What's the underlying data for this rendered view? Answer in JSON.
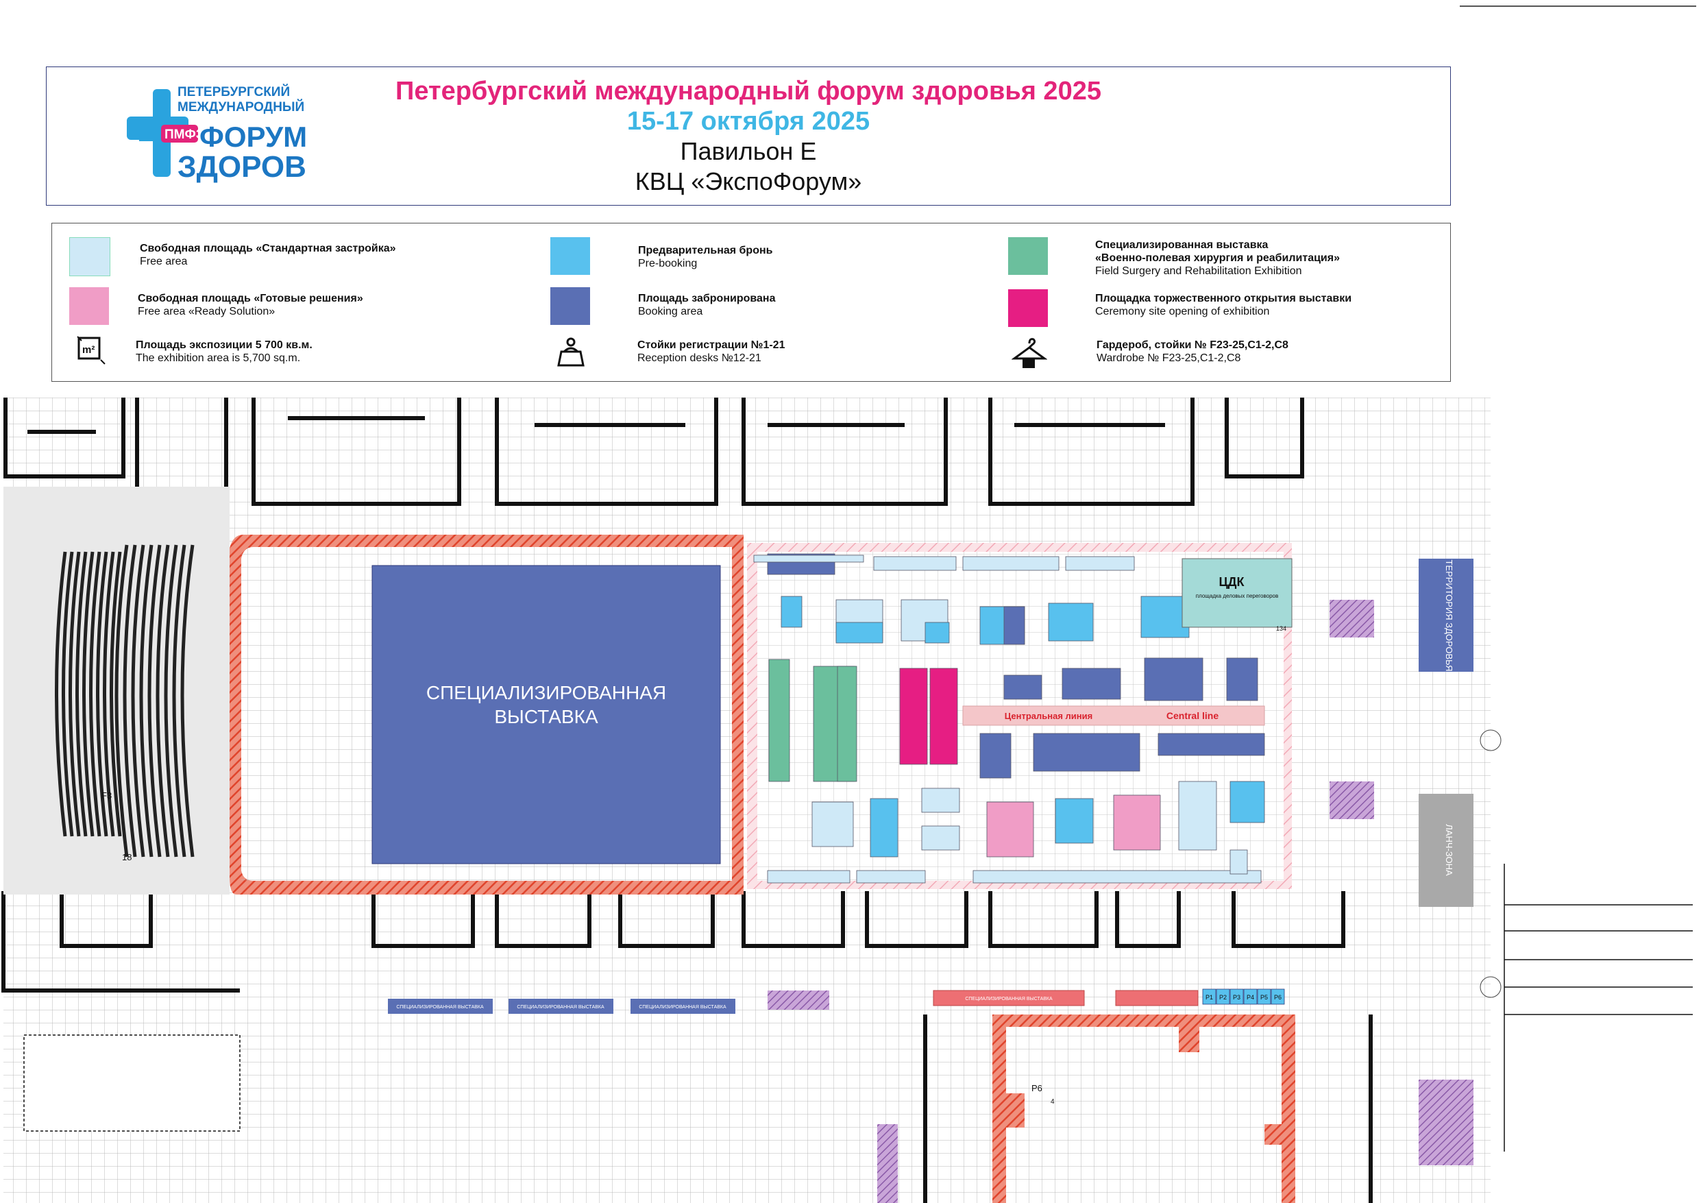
{
  "header": {
    "logo": {
      "line1": "ПЕТЕРБУРГСКИЙ",
      "line2": "МЕЖДУНАРОДНЫЙ",
      "badge": "ПМФЗ",
      "line3": "ФОРУМ",
      "line4": "ЗДОРОВЬЯ"
    },
    "title": "Петербургский международный форум здоровья 2025",
    "dates": "15-17 октября 2025",
    "pavilion": "Павильон Е",
    "venue": "КВЦ «ЭкспоФорум»"
  },
  "legend": {
    "standard": {
      "title": "Свободная площадь «Стандартная застройка»",
      "sub": "Free area",
      "color": "#cfe9f7"
    },
    "prebooking": {
      "title": "Предварительная бронь",
      "sub": "Pre-booking",
      "color": "#58c1ee"
    },
    "military": {
      "title": "Специализированная выставка",
      "title2": "«Военно-полевая хирургия и реабилитация»",
      "sub": "Field Surgery and Rehabilitation Exhibition",
      "color": "#6bbf9d"
    },
    "ready": {
      "title": "Свободная площадь «Готовые решения»",
      "sub": "Free area «Ready Solution»",
      "color": "#f09dc6"
    },
    "booked": {
      "title": "Площадь забронирована",
      "sub": "Booking area",
      "color": "#5a6fb4"
    },
    "ceremony": {
      "title": "Площадка торжественного открытия выставки",
      "sub": "Ceremony site opening of exhibition",
      "color": "#e61e83"
    },
    "area": {
      "title": "Площадь экспозиции 5 700 кв.м.",
      "sub": "The exhibition area is 5,700 sq.m.",
      "icon": "m2-icon"
    },
    "reception": {
      "title": "Стойки регистрации №1-21",
      "sub": "Reception desks №12-21",
      "icon": "reception-desk-icon"
    },
    "wardrobe": {
      "title": "Гардероб, стойки № F23-25,C1-2,C8",
      "sub": "Wardrobe № F23-25,C1-2,C8",
      "icon": "hanger-icon"
    }
  },
  "plan": {
    "main_zone": {
      "line1": "СПЕЦИАЛИЗИРОВАННАЯ",
      "line2": "ВЫСТАВКА"
    },
    "cdk": {
      "title": "ЦДК",
      "sub": "площадка деловых переговоров",
      "num": "134"
    },
    "central_line_ru": "Центральная линия",
    "central_line_en": "Central line",
    "territory": "ТЕРРИТОРИЯ ЗДОРОВЬЯ",
    "lunch": "ЛАНЧ-ЗОНА",
    "hall_p6": "P6",
    "p6_num": "4",
    "seat_label_a": "F3",
    "seat_label_b": "18",
    "bottom_banner": "СПЕЦИАЛИЗИРОВАННАЯ ВЫСТАВКА",
    "p_booths": [
      "P1",
      "P2",
      "P3",
      "P4",
      "P5",
      "P6"
    ]
  }
}
